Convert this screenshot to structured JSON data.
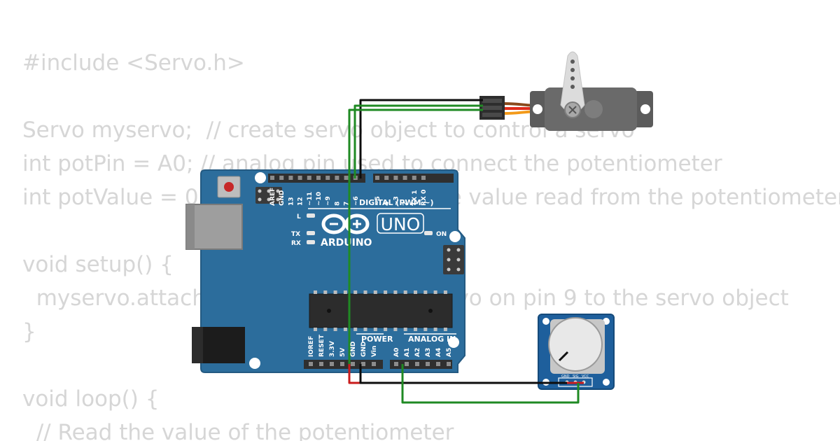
{
  "code_lines": [
    "#include <Servo.h>",
    "",
    "Servo myservo;  // create servo object to control a servo",
    "int potPin = A0; // analog pin used to connect the potentiometer",
    "int potValue = 0;  // variable to store the value read from the potentiometer",
    "",
    "void setup() {",
    "  myservo.attach(9);  // attaches the servo on pin 9 to the servo object",
    "}",
    "",
    "void loop() {",
    "  // Read the value of the potentiometer"
  ],
  "board": {
    "brand": "ARDUINO",
    "model": "UNO",
    "digital_label": "DIGITAL (PWM ~)",
    "power_label": "POWER",
    "analog_label": "ANALOG IN",
    "led_l": "L",
    "led_tx": "TX",
    "led_rx": "RX",
    "led_on": "ON",
    "digital_pins": [
      "AREF",
      "GND",
      "13",
      "12",
      "~11",
      "~10",
      "~9",
      "8",
      "7",
      "~6",
      "~5",
      "4",
      "~3",
      "2",
      "TX 1",
      "RX 0"
    ],
    "power_pins": [
      "IOREF",
      "RESET",
      "3.3V",
      "5V",
      "GND",
      "GND",
      "Vin"
    ],
    "analog_pins": [
      "A0",
      "A1",
      "A2",
      "A3",
      "A4",
      "A5"
    ]
  },
  "potentiometer": {
    "pins": [
      "GND",
      "SIG",
      "VCC"
    ]
  },
  "colors": {
    "code_text": "#d6d6d6",
    "board": "#2c6d9c",
    "board_edge": "#245a82",
    "header": "#2f2f2f",
    "wire_black": "#0d0d0d",
    "wire_green": "#1f8a23",
    "wire_red": "#c91c1c",
    "servo_body": "#5b5b5b",
    "servo_wire_brown": "#8a4a1c",
    "servo_wire_red": "#e02b1a",
    "servo_wire_orange": "#f39a1a",
    "pot_board": "#1e5f9c"
  }
}
